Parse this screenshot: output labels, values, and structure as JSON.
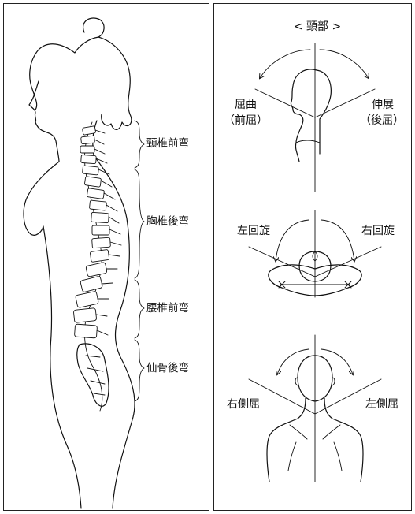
{
  "spine": {
    "curves": [
      "頸椎前弯",
      "胸椎後弯",
      "腰椎前弯",
      "仙骨後弯"
    ]
  },
  "neck": {
    "title": "< 頸部 >",
    "flexion": "屈曲",
    "flexion_sub": "（前屈）",
    "extension": "伸展",
    "extension_sub": "（後屈）",
    "rotation_left": "左回旋",
    "rotation_right": "右回旋",
    "lateral_right": "右側屈",
    "lateral_left": "左側屈"
  },
  "colors": {
    "line": "#111111",
    "background": "#ffffff"
  }
}
